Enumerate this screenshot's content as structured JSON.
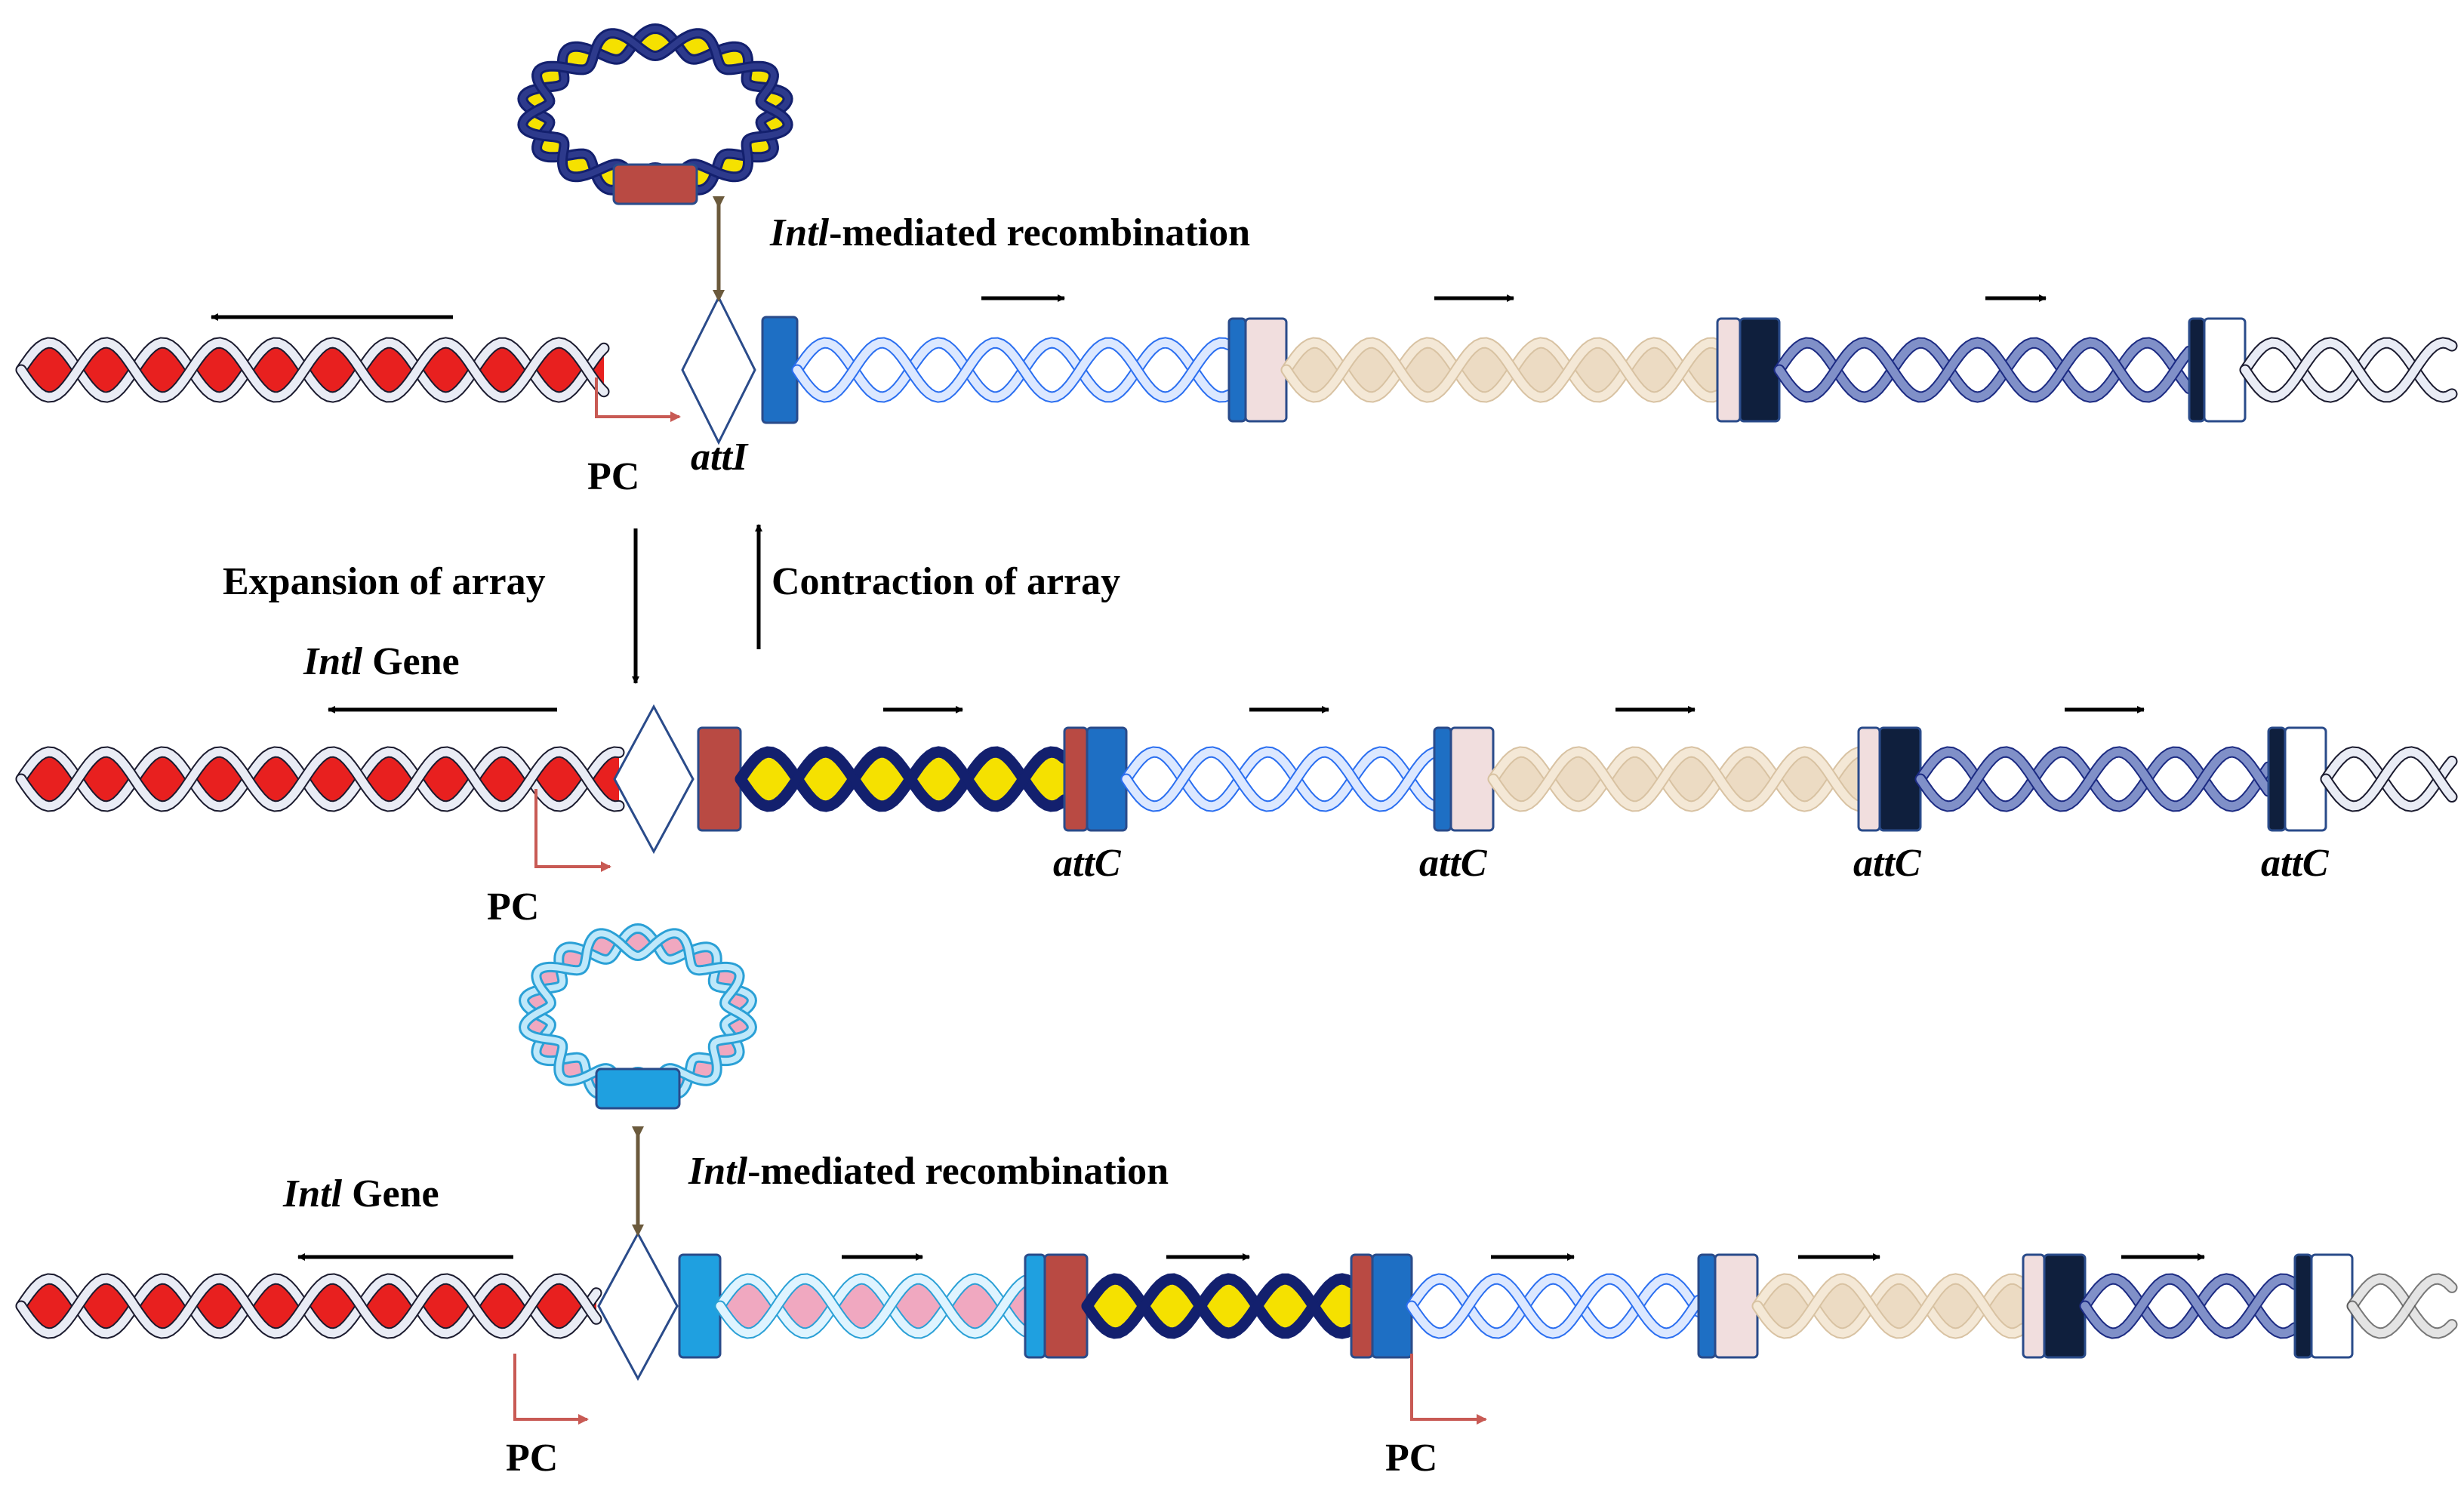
{
  "labels": {
    "recombination_top": {
      "italic": "Intl",
      "rest": "-mediated recombination"
    },
    "recombination_bottom": {
      "italic": "Intl",
      "rest": "-mediated recombination"
    },
    "attI": "attI",
    "pc": "PC",
    "expansion": "Expansion of array",
    "contraction": "Contraction of array",
    "intl_gene": {
      "italic": "Intl",
      "rest": " Gene"
    },
    "attC": "attC"
  },
  "colors": {
    "integrase_gene": "#e8201f",
    "cassette_yellow": "#f5e100",
    "cassette_navy": "#13206e",
    "cassette_blue": "#2a6ef0",
    "cassette_beige": "#e7d2b4",
    "cassette_dark": "#1b2a82",
    "cassette_pink": "#f0a8c0",
    "cassette_cyan": "#36b6e6",
    "marker_brick": "#b94a43",
    "marker_blue": "#1e6fc4",
    "marker_lightpink": "#f1dede",
    "marker_black": "#0f1f3d",
    "marker_cyan": "#1fa0e0",
    "promoter_arrow": "#c85a54",
    "connector": "#6b5a3c"
  }
}
